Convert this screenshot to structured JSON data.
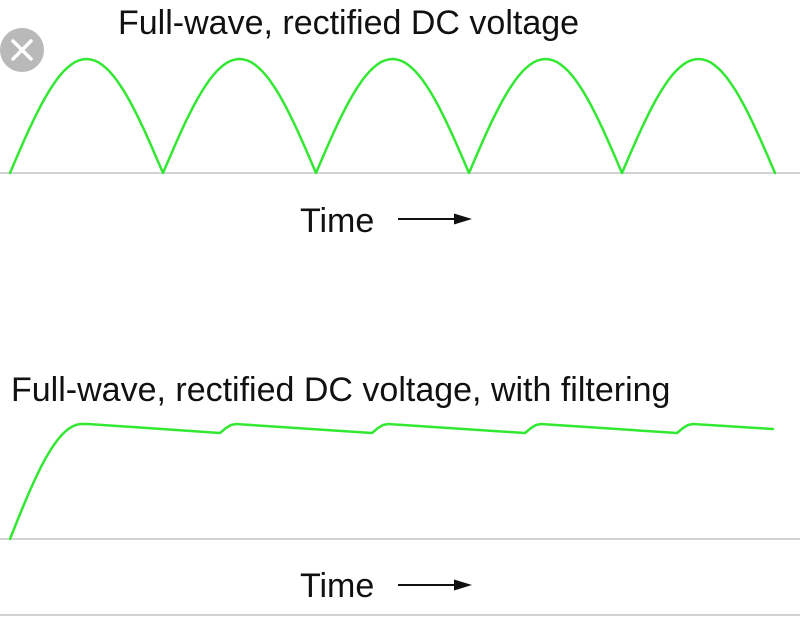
{
  "panels": {
    "top": {
      "title": "Full-wave, rectified DC voltage",
      "time_label": "Time"
    },
    "bottom": {
      "title": "Full-wave, rectified DC voltage, with filtering",
      "time_label": "Time"
    }
  },
  "colors": {
    "waveform": "#33e833",
    "baseline": "#b8b8b8",
    "text": "#111111",
    "close_button_bg": "#b9b9b9",
    "close_button_fg": "#ffffff"
  },
  "icons": {
    "close": "close-icon",
    "arrow": "right-arrow-icon"
  }
}
